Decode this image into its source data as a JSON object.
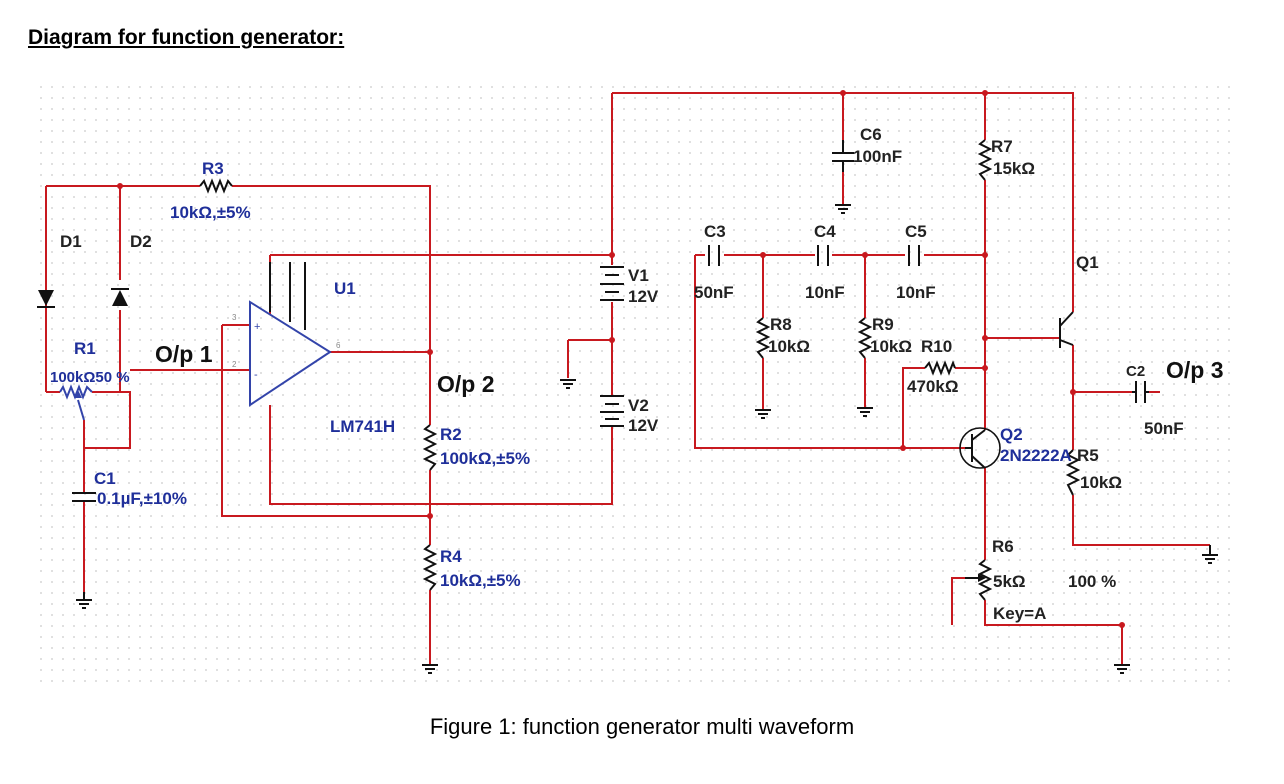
{
  "heading": "Diagram for function generator:",
  "caption": "Figure 1: function generator multi waveform",
  "components": {
    "d1": "D1",
    "d2": "D2",
    "r1_name": "R1",
    "r1_value": "100kΩ50 %",
    "r3_name": "R3",
    "r3_value": "10kΩ,±5%",
    "c1_name": "C1",
    "c1_value": "0.1µF,±10%",
    "u1_name": "U1",
    "u1_part": "LM741H",
    "r2_name": "R2",
    "r2_value": "100kΩ,±5%",
    "r4_name": "R4",
    "r4_value": "10kΩ,±5%",
    "v1_name": "V1",
    "v1_value": "12V",
    "v2_name": "V2",
    "v2_value": "12V",
    "c3_name": "C3",
    "c3_value": "50nF",
    "c4_name": "C4",
    "c4_value": "10nF",
    "c5_name": "C5",
    "c5_value": "10nF",
    "c6_name": "C6",
    "c6_value": "100nF",
    "r7_name": "R7",
    "r7_value": "15kΩ",
    "r8_name": "R8",
    "r8_value": "10kΩ",
    "r9_name": "R9",
    "r9_value": "10kΩ",
    "r10_name": "R10",
    "r10_value": "470kΩ",
    "q1_name": "Q1",
    "q2_name": "Q2",
    "q2_part": "2N2222A",
    "r5_name": "R5",
    "r5_value": "10kΩ",
    "c2_name": "C2",
    "c2_value": "50nF",
    "r6_name": "R6",
    "r6_value": "5kΩ",
    "r6_percent": "100 %",
    "r6_key": "Key=A",
    "pin_plus": "+",
    "pin_minus": "-",
    "pin_2": "2",
    "pin_3": "3",
    "pin_6": "6"
  },
  "outputs": {
    "op1": "O/p 1",
    "op2": "O/p 2",
    "op3": "O/p 3"
  },
  "colors": {
    "wire": "#c8191f",
    "component": "#111111",
    "label_blue": "#1f2f9a",
    "grid_dot": "#c9c9c9"
  }
}
